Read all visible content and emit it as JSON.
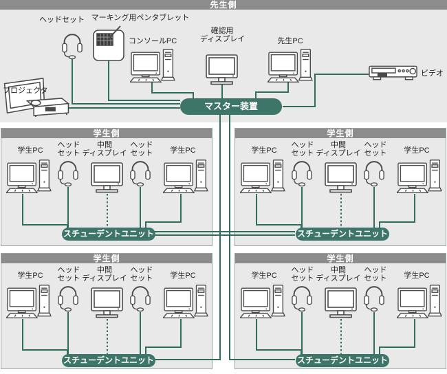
{
  "teacher": {
    "header": "先生側",
    "master_label": "マスター装置",
    "devices": {
      "headset": "ヘッドセット",
      "pen_tablet": "マーキング用ペンタブレット",
      "console_pc": "コンソールPC",
      "check_display_l1": "確認用",
      "check_display_l2": "ディスプレイ",
      "teacher_pc": "先生PC",
      "video": "ビデオ",
      "projector": "プロジェクタ"
    }
  },
  "students": {
    "header": "学生側",
    "unit_label": "スチューデントユニット",
    "devices": {
      "pc": "学生PC",
      "headset_l1": "ヘッド",
      "headset_l2": "セット",
      "display_l1": "中間",
      "display_l2": "ディスプレイ"
    }
  },
  "icons": {
    "pc": "desktop-pc-icon",
    "display": "monitor-icon",
    "headset": "headset-icon",
    "pen_tablet": "pen-tablet-icon",
    "projector": "projector-icon",
    "video": "vcr-icon"
  },
  "colors": {
    "accent_green": "#2f6e5c",
    "pill_green": "#3d7568",
    "header_gray": "#8c8c8c",
    "area_bg": "#e9e9e9",
    "box_border": "#9aa49f",
    "page_bg": "#ffffff"
  }
}
